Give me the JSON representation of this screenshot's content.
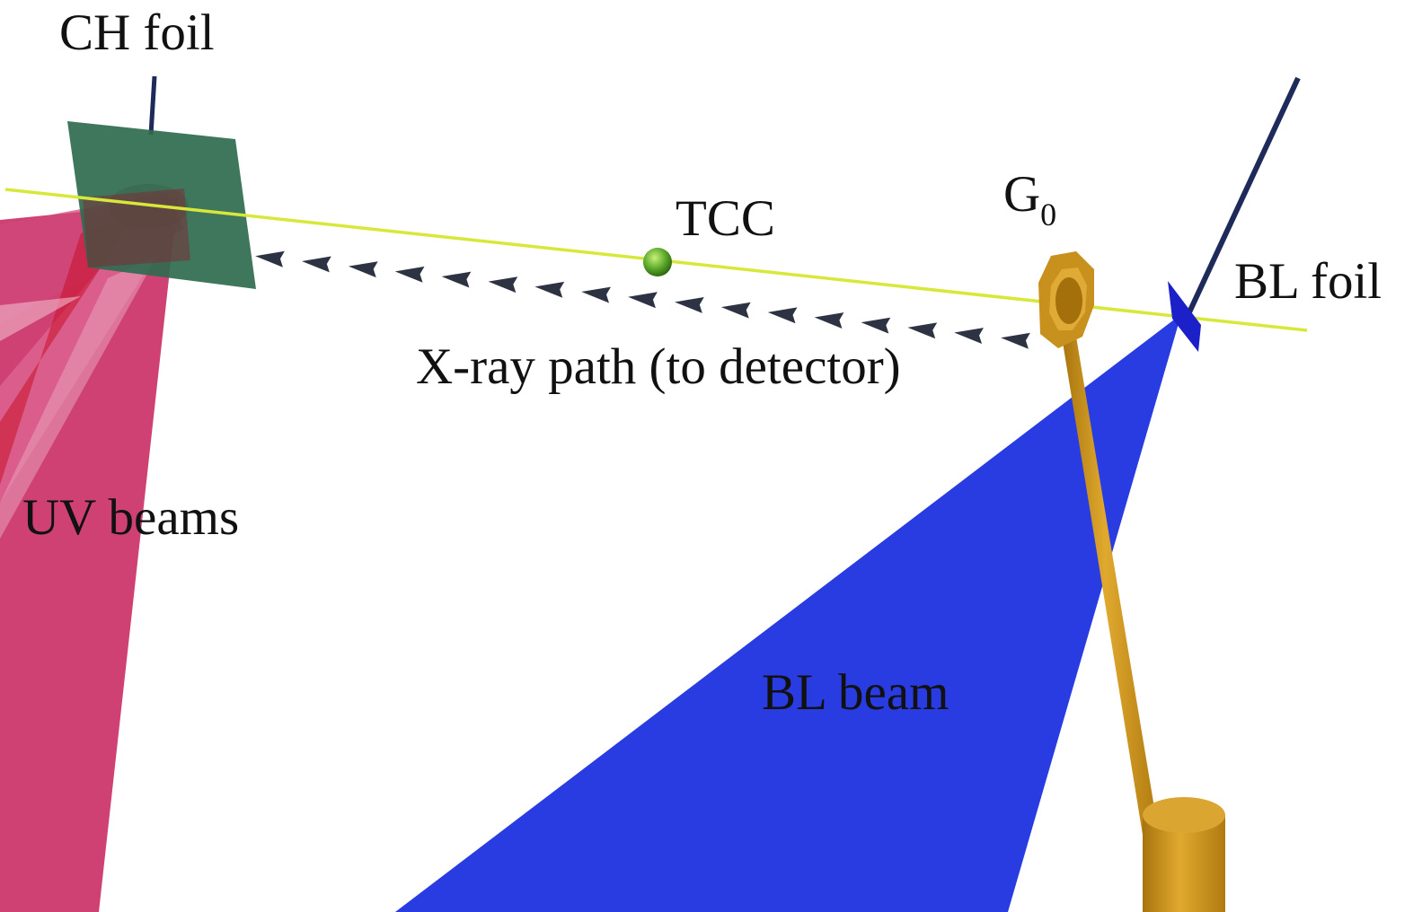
{
  "labels": {
    "ch_foil": "CH foil",
    "tcc": "TCC",
    "g0_main": "G",
    "g0_sub": "0",
    "bl_foil": "BL foil",
    "xray_path": "X-ray path (to detector)",
    "uv_beams": "UV beams",
    "bl_beam": "BL beam"
  },
  "colors": {
    "uv_beam": "#c8205a",
    "uv_beam_light": "#e06a96",
    "ch_foil": "#2f6b4f",
    "axis_line": "#e2ec3a",
    "tcc_sphere": "#5aa82a",
    "xray_marker": "#2e3344",
    "bl_beam": "#2236e0",
    "bl_foil": "#1c20c8",
    "g0_body": "#c8901c",
    "stalk": "#1d2a5a"
  },
  "xray_marker_count": 17
}
